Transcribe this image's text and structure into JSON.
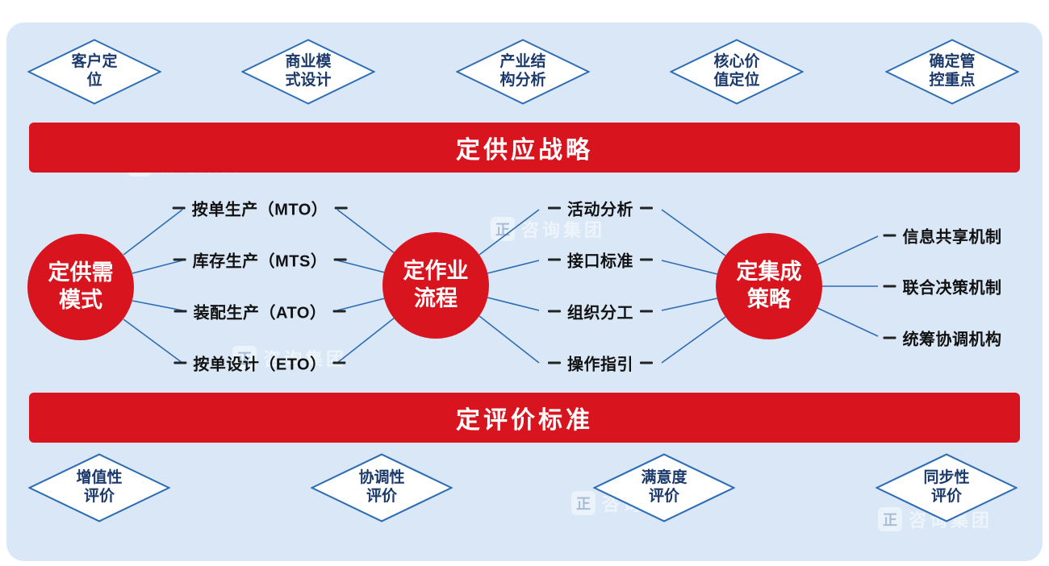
{
  "top_diamonds": [
    {
      "line1": "客户定",
      "line2": "位"
    },
    {
      "line1": "商业模",
      "line2": "式设计"
    },
    {
      "line1": "产业结",
      "line2": "构分析"
    },
    {
      "line1": "核心价",
      "line2": "值定位"
    },
    {
      "line1": "确定管",
      "line2": "控重点"
    }
  ],
  "banners": {
    "top": "定供应战略",
    "bottom": "定评价标准"
  },
  "circles": [
    {
      "line1": "定供需",
      "line2": "模式"
    },
    {
      "line1": "定作业",
      "line2": "流程"
    },
    {
      "line1": "定集成",
      "line2": "策略"
    }
  ],
  "columns": {
    "production_modes": [
      "按单生产（MTO）",
      "库存生产（MTS）",
      "装配生产（ATO）",
      "按单设计（ETO）"
    ],
    "process_items": [
      "活动分析",
      "接口标准",
      "组织分工",
      "操作指引"
    ],
    "integration_items": [
      "信息共享机制",
      "联合决策机制",
      "统筹协调机构"
    ]
  },
  "bottom_diamonds": [
    {
      "line1": "增值性",
      "line2": "评价"
    },
    {
      "line1": "协调性",
      "line2": "评价"
    },
    {
      "line1": "满意度",
      "line2": "评价"
    },
    {
      "line1": "同步性",
      "line2": "评价"
    }
  ],
  "watermark": {
    "logo_char": "正",
    "text": "咨询集团"
  },
  "colors": {
    "red": "#d8141e",
    "line_blue": "#2e6db4",
    "panel_bg": "#d9e7f6",
    "diamond_text": "#1b3a6b"
  }
}
